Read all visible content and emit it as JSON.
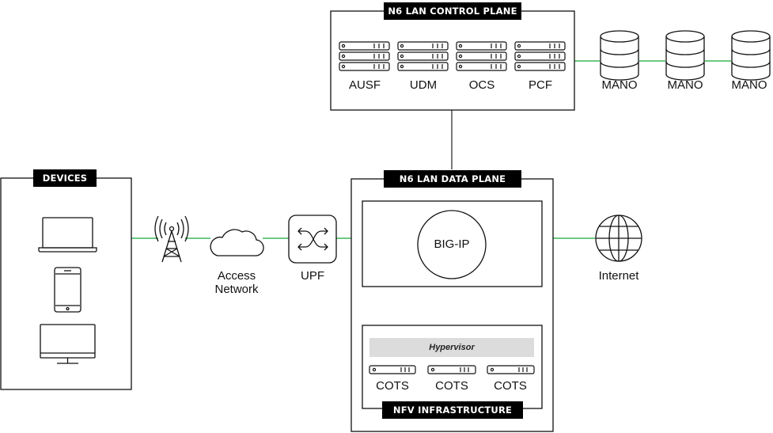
{
  "control_plane": {
    "title": "N6 LAN CONTROL PLANE",
    "servers": [
      "AUSF",
      "UDM",
      "OCS",
      "PCF"
    ]
  },
  "mano": [
    "MANO",
    "MANO",
    "MANO"
  ],
  "devices": {
    "title": "DEVICES"
  },
  "access_network": {
    "line1": "Access",
    "line2": "Network"
  },
  "upf": "UPF",
  "data_plane": {
    "title": "N6 LAN DATA PLANE",
    "bigip": "BIG-IP",
    "hypervisor": "Hypervisor",
    "cots": [
      "COTS",
      "COTS",
      "COTS"
    ],
    "nfv_title": "NFV INFRASTRUCTURE"
  },
  "internet": "Internet",
  "colors": {
    "link": "#3cb55a",
    "bus": "#1e8fd6",
    "frame": "#111111",
    "tag_bg": "#000000"
  }
}
